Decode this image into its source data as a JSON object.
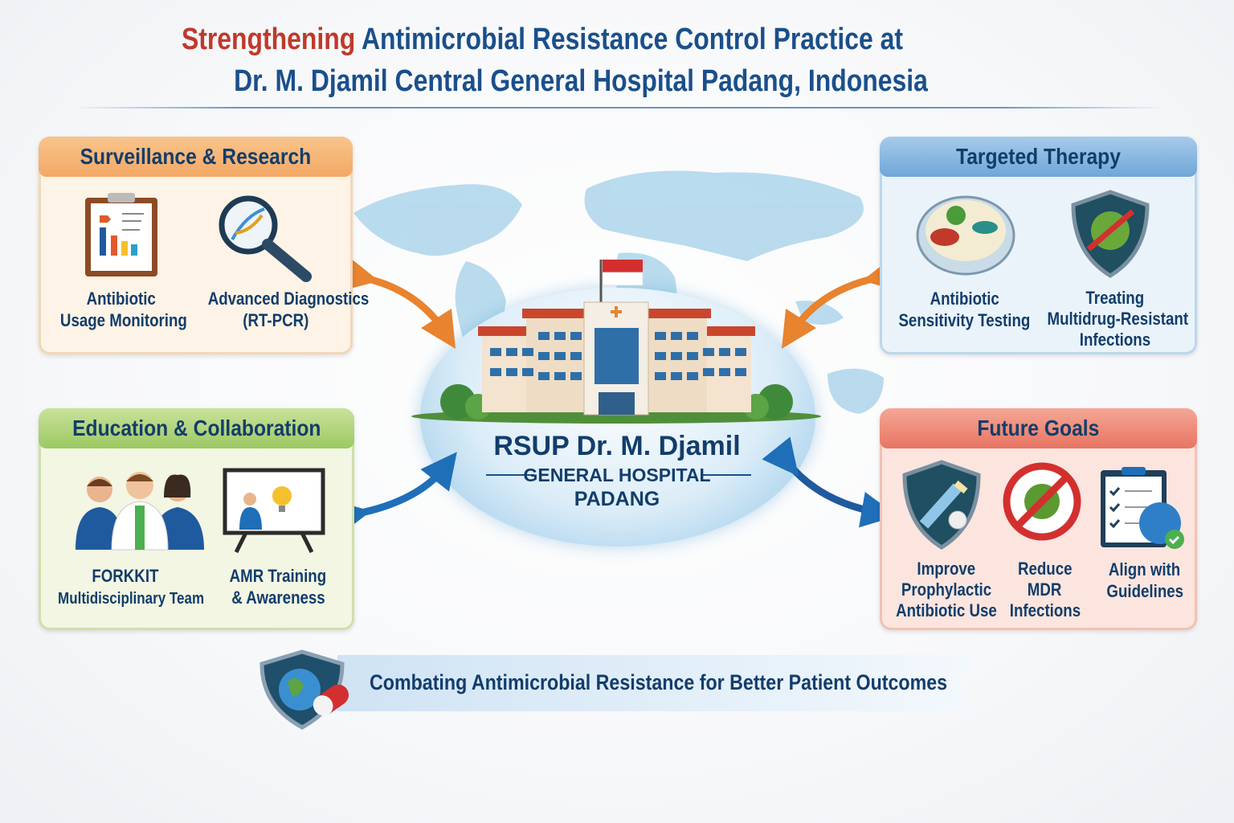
{
  "title": {
    "line1_highlight": "Strengthening",
    "line1_rest": " Antimicrobial Resistance Control Practice at",
    "line2": "Dr. M. Djamil Central General Hospital Padang, Indonesia"
  },
  "center": {
    "name": "RSUP Dr. M. Djamil",
    "subtitle": "GENERAL HOSPITAL",
    "city": "PADANG"
  },
  "panels": {
    "surveillance": {
      "title": "Surveillance & Research",
      "items": [
        {
          "line1": "Antibiotic",
          "line2": "Usage Monitoring",
          "icon": "clipboard-chart-icon"
        },
        {
          "line1": "Advanced Diagnostics",
          "line2": "(RT-PCR)",
          "icon": "dna-magnifier-icon"
        }
      ]
    },
    "therapy": {
      "title": "Targeted Therapy",
      "items": [
        {
          "line1": "Antibiotic",
          "line2": "Sensitivity Testing",
          "icon": "petri-dish-icon"
        },
        {
          "line1": "Treating",
          "line2": "Multidrug-Resistant",
          "line3": "Infections",
          "icon": "shield-bacteria-icon"
        }
      ]
    },
    "education": {
      "title": "Education & Collaboration",
      "items": [
        {
          "line1": "FORKKIT",
          "line2": "Multidisciplinary Team",
          "icon": "team-icon"
        },
        {
          "line1": "AMR Training",
          "line2": "& Awareness",
          "icon": "presentation-icon"
        }
      ]
    },
    "goals": {
      "title": "Future Goals",
      "items": [
        {
          "line1": "Improve",
          "line2": "Prophylactic",
          "line3": "Antibiotic Use",
          "icon": "shield-syringe-icon"
        },
        {
          "line1": "Reduce",
          "line2": "MDR",
          "line3": "Infections",
          "icon": "no-virus-icon"
        },
        {
          "line1": "Align with",
          "line2": "Guidelines",
          "icon": "checklist-globe-icon"
        }
      ]
    }
  },
  "banner": {
    "text": "Combating Antimicrobial Resistance for Better Patient Outcomes"
  },
  "colors": {
    "navy": "#123d6b",
    "red": "#c0392b",
    "orange": "#e8832f",
    "blue": "#1f6fb8"
  }
}
